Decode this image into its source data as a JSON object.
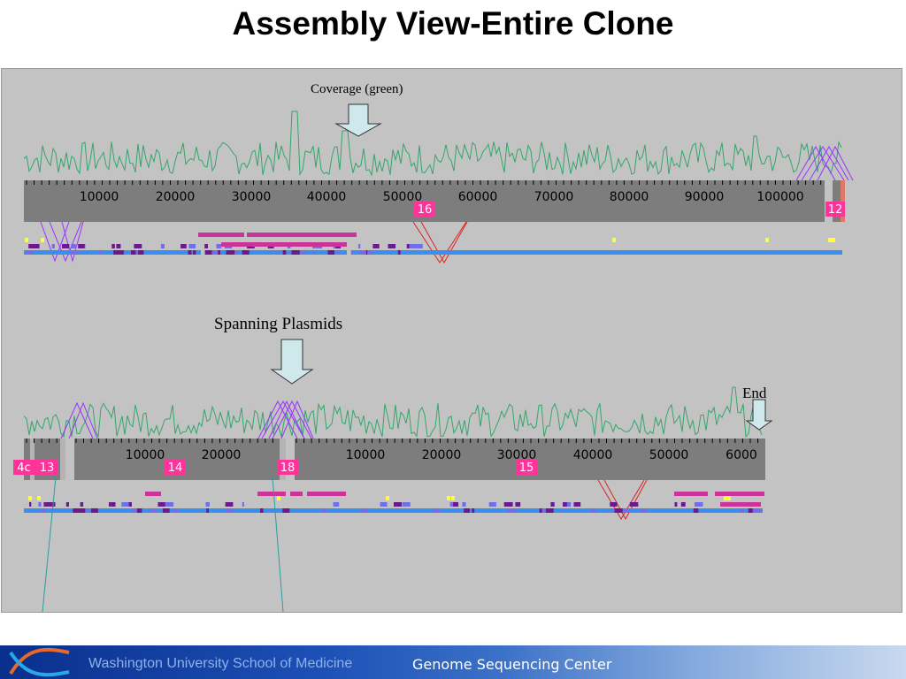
{
  "slide": {
    "title": "Assembly View-Entire Clone"
  },
  "annotations": {
    "coverage": "Coverage (green)",
    "spanning": "Spanning Plasmids",
    "end": "End"
  },
  "colors": {
    "panel_bg": "#c3c3c3",
    "coverage_line": "#33a66b",
    "ruler": "#7d7d7d",
    "contig_label_bg": "#ff3399",
    "read_blue": "#3a8ef0",
    "read_purple": "#6a1a8a",
    "read_magenta": "#cc3399",
    "read_yellow": "#ffff33",
    "plasmid_violet": "#9933ff",
    "plasmid_red": "#dd2222"
  },
  "track1": {
    "ticks": [
      "10000",
      "20000",
      "30000",
      "40000",
      "50000",
      "60000",
      "70000",
      "80000",
      "90000",
      "100000"
    ],
    "contigs": [
      "16",
      "12"
    ]
  },
  "track2": {
    "ticks_a": [
      "10000",
      "20000"
    ],
    "ticks_b": [
      "10000",
      "20000",
      "30000",
      "40000",
      "50000",
      "6000"
    ],
    "contigs": [
      "4c",
      "13",
      "14",
      "18",
      "15"
    ]
  },
  "footer": {
    "institution": "Washington University School of Medicine",
    "center": "Genome Sequencing Center"
  }
}
